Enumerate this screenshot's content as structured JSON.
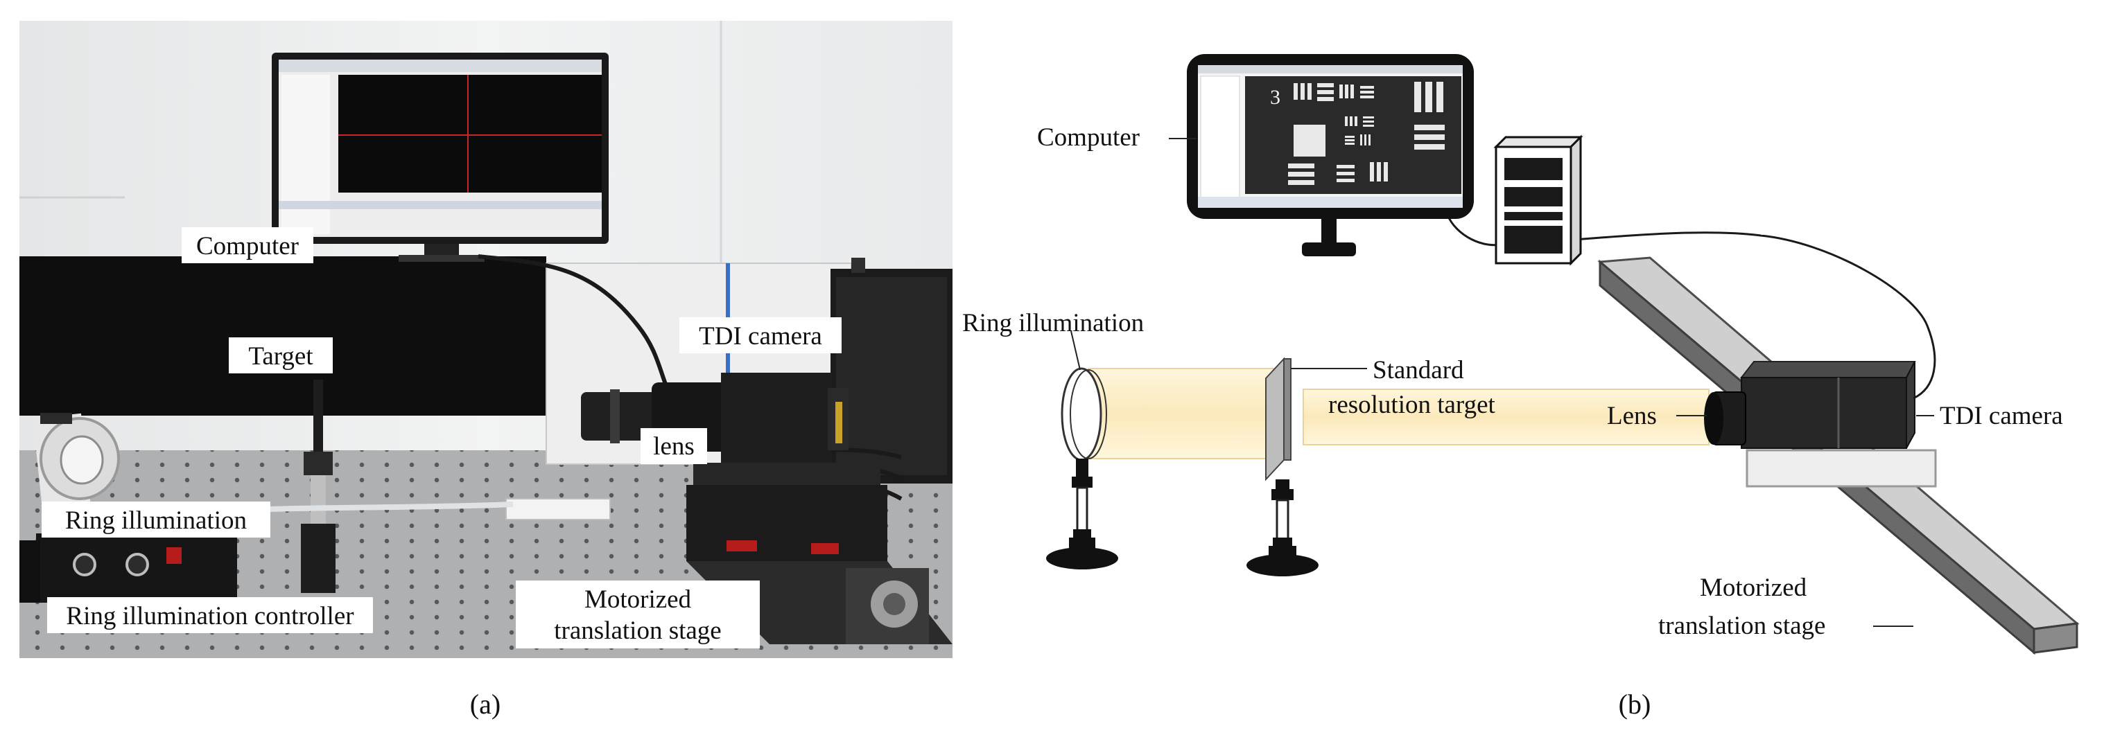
{
  "panel_a": {
    "caption": "(a)",
    "labels": {
      "computer": "Computer",
      "tdi_camera": "TDI camera",
      "target": "Target",
      "lens": "lens",
      "ring_illumination": "Ring illumination",
      "ring_controller": "Ring illumination controller",
      "stage_line1": "Motorized",
      "stage_line2": "translation stage"
    }
  },
  "panel_b": {
    "caption": "(b)",
    "labels": {
      "computer": "Computer",
      "ring_illumination": "Ring illumination",
      "target_line1": "Standard",
      "target_line2": "resolution target",
      "lens": "Lens",
      "tdi_camera": "TDI camera",
      "stage_line1": "Motorized",
      "stage_line2": "translation stage"
    },
    "monitor_display_digit": "3"
  },
  "colors": {
    "beam": "#fbecc4",
    "beam_edge": "#e9c97a",
    "stage_top": "#c9c9c9",
    "stage_side": "#6e6e6e",
    "camera_body": "#2a2a2a",
    "lab_bench": "#a9abad"
  }
}
